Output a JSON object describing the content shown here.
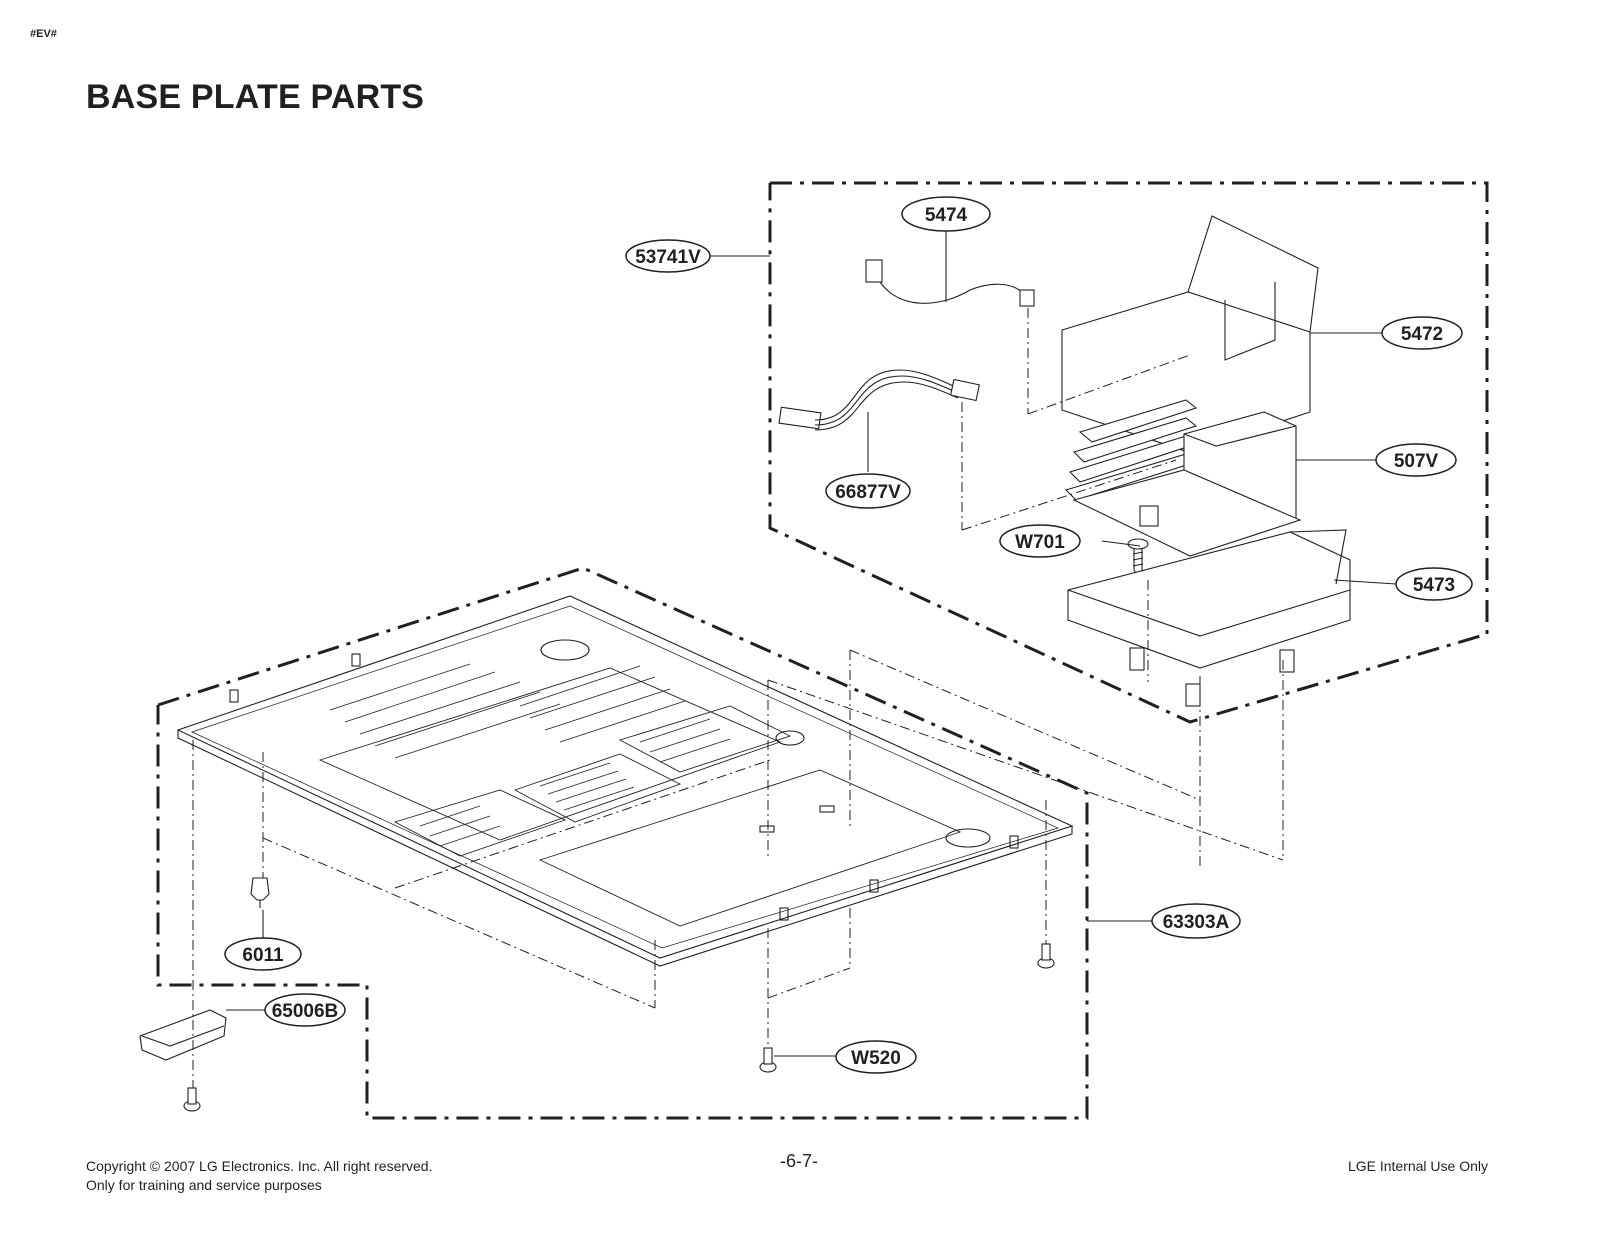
{
  "header": {
    "tag": "#EV#",
    "title": "BASE PLATE PARTS"
  },
  "callouts": {
    "c5474": "5474",
    "c53741V": "53741V",
    "c5472": "5472",
    "c66877V": "66877V",
    "c507V": "507V",
    "cW701": "W701",
    "c5473": "5473",
    "c63303A": "63303A",
    "c6011": "6011",
    "c65006B": "65006B",
    "cW520": "W520"
  },
  "footer": {
    "copyright": "Copyright © 2007 LG Electronics. Inc. All right reserved.",
    "purpose": "Only for training and service purposes",
    "page": "-6-7-",
    "internal": "LGE Internal Use Only"
  }
}
